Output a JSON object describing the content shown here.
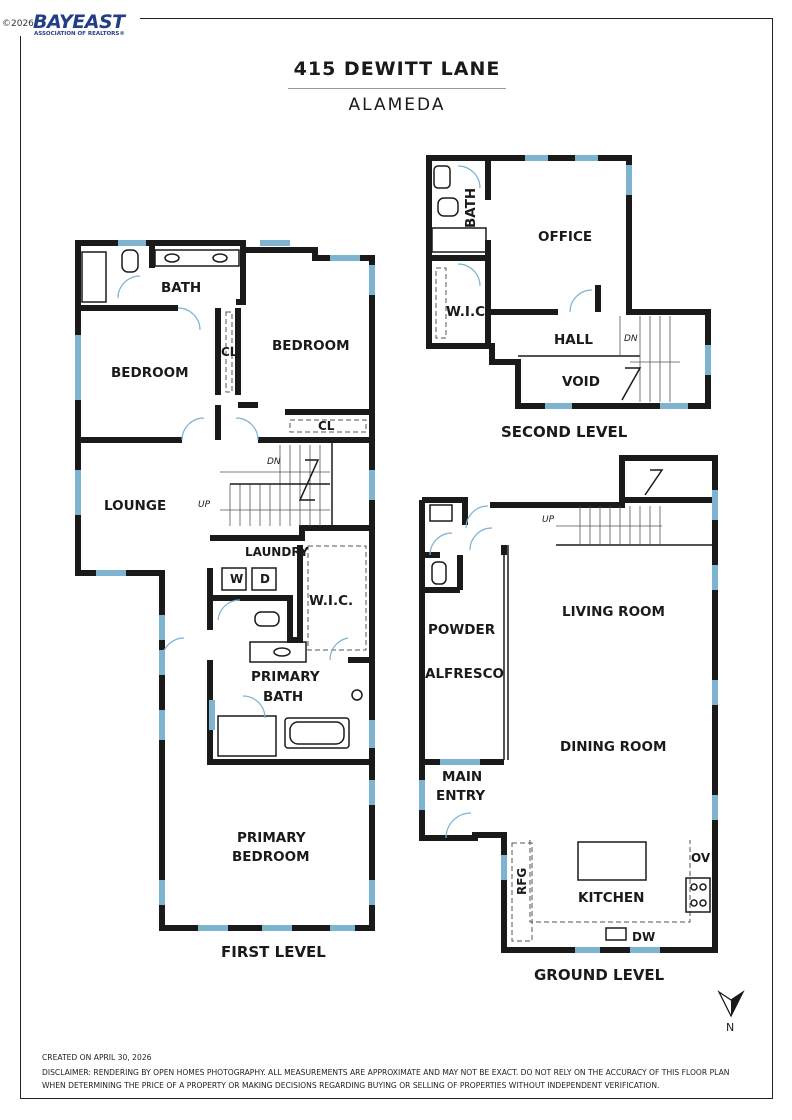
{
  "header": {
    "copyright": "©2026",
    "logo_text": "BAYEAST",
    "logo_subtext": "ASSOCIATION OF REALTORS®",
    "address": "415 DEWITT LANE",
    "city": "ALAMEDA"
  },
  "levels": {
    "first": "FIRST LEVEL",
    "second": "SECOND LEVEL",
    "ground": "GROUND LEVEL"
  },
  "rooms": {
    "bath": "BATH",
    "bedroom_left": "BEDROOM",
    "bedroom_right": "BEDROOM",
    "cl_1": "CL",
    "cl_2": "CL",
    "lounge": "LOUNGE",
    "laundry": "LAUNDRY",
    "washer": "W",
    "dryer": "D",
    "wic_first": "W.I.C.",
    "primary_bath_1": "PRIMARY",
    "primary_bath_2": "BATH",
    "primary_bedroom_1": "PRIMARY",
    "primary_bedroom_2": "BEDROOM",
    "office": "OFFICE",
    "bath_second": "BATH",
    "wic_second": "W.I.C.",
    "hall": "HALL",
    "void": "VOID",
    "powder": "POWDER",
    "alfresco": "ALFRESCO",
    "living_room": "LIVING ROOM",
    "dining_room": "DINING ROOM",
    "main_entry_1": "MAIN",
    "main_entry_2": "ENTRY",
    "kitchen": "KITCHEN",
    "rfg": "RFG",
    "ov": "OV",
    "dw": "DW"
  },
  "stairs": {
    "first_dn": "DN",
    "first_up": "UP",
    "second_dn": "DN",
    "ground_up": "UP"
  },
  "north_label": "N",
  "footer": {
    "created": "CREATED ON APRIL 30, 2026",
    "disclaimer_1": "DISCLAIMER: RENDERING BY OPEN HOMES PHOTOGRAPHY. ALL MEASUREMENTS ARE APPROXIMATE AND MAY NOT BE EXACT. DO NOT RELY ON THE ACCURACY OF THIS FLOOR PLAN",
    "disclaimer_2": "WHEN DETERMINING THE PRICE OF A PROPERTY OR MAKING DECISIONS REGARDING BUYING OR SELLING OF PROPERTIES WITHOUT INDEPENDENT VERIFICATION."
  },
  "colors": {
    "wall": "#1a1a1a",
    "window": "#7fb4d0",
    "logo": "#233e86"
  }
}
